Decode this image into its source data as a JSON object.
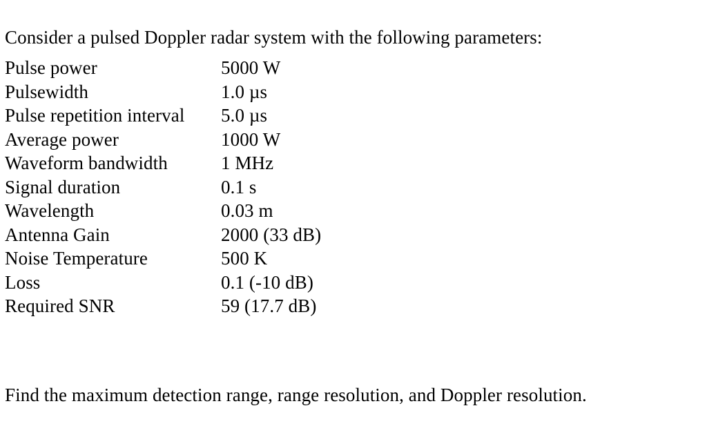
{
  "document": {
    "intro": "Consider a pulsed Doppler radar system with the following parameters:",
    "closing": "Find the maximum detection range, range resolution, and Doppler resolution.",
    "parameters": [
      {
        "label": "Pulse power",
        "value": "5000 W"
      },
      {
        "label": "Pulsewidth",
        "value": "1.0 µs"
      },
      {
        "label": "Pulse repetition interval",
        "value": "5.0 µs"
      },
      {
        "label": "Average power",
        "value": "1000 W"
      },
      {
        "label": "Waveform bandwidth",
        "value": "1 MHz"
      },
      {
        "label": "Signal duration",
        "value": "0.1 s"
      },
      {
        "label": "Wavelength",
        "value": "0.03 m"
      },
      {
        "label": "Antenna Gain",
        "value": "2000 (33 dB)"
      },
      {
        "label": "Noise Temperature",
        "value": "500 K"
      },
      {
        "label": "Loss",
        "value": "0.1 (-10 dB)"
      },
      {
        "label": "Required SNR",
        "value": "59 (17.7 dB)"
      }
    ]
  },
  "colors": {
    "background": "#ffffff",
    "text": "#000000"
  }
}
